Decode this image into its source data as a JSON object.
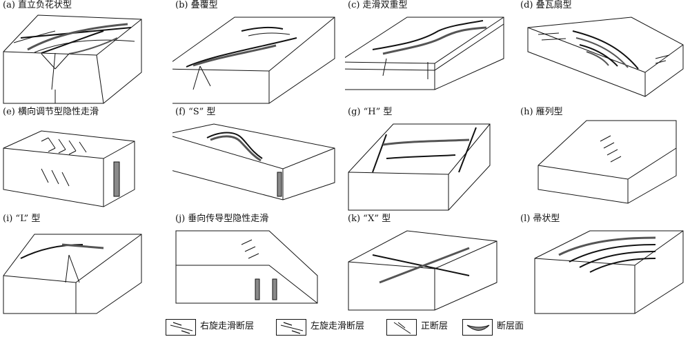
{
  "panels": [
    {
      "id": "a",
      "label": "(a) 直立负花状型"
    },
    {
      "id": "b",
      "label": "(b) 叠覆型"
    },
    {
      "id": "c",
      "label": "(c) 走滑双重型"
    },
    {
      "id": "d",
      "label": "(d) 叠瓦扇型"
    },
    {
      "id": "e",
      "label": "(e) 横向调节型隐性走滑"
    },
    {
      "id": "f",
      "label": "(f) “S” 型"
    },
    {
      "id": "g",
      "label": "(g) “H” 型"
    },
    {
      "id": "h",
      "label": "(h) 雁列型"
    },
    {
      "id": "i",
      "label": "(i) “L” 型"
    },
    {
      "id": "j",
      "label": "(j) 垂向传导型隐性走滑"
    },
    {
      "id": "k",
      "label": "(k) “X” 型"
    },
    {
      "id": "l",
      "label": "(l) 帚状型"
    }
  ],
  "legend": [
    {
      "symbol": "right-lateral-strike-slip-fault-icon",
      "label": "右旋走滑断层"
    },
    {
      "symbol": "left-lateral-strike-slip-fault-icon",
      "label": "左旋走滑断层"
    },
    {
      "symbol": "normal-fault-icon",
      "label": "正断层"
    },
    {
      "symbol": "fault-plane-icon",
      "label": "断层面"
    }
  ],
  "colors": {
    "line": "#111111",
    "fill_fault": "#8a8a8a",
    "background": "#ffffff"
  }
}
